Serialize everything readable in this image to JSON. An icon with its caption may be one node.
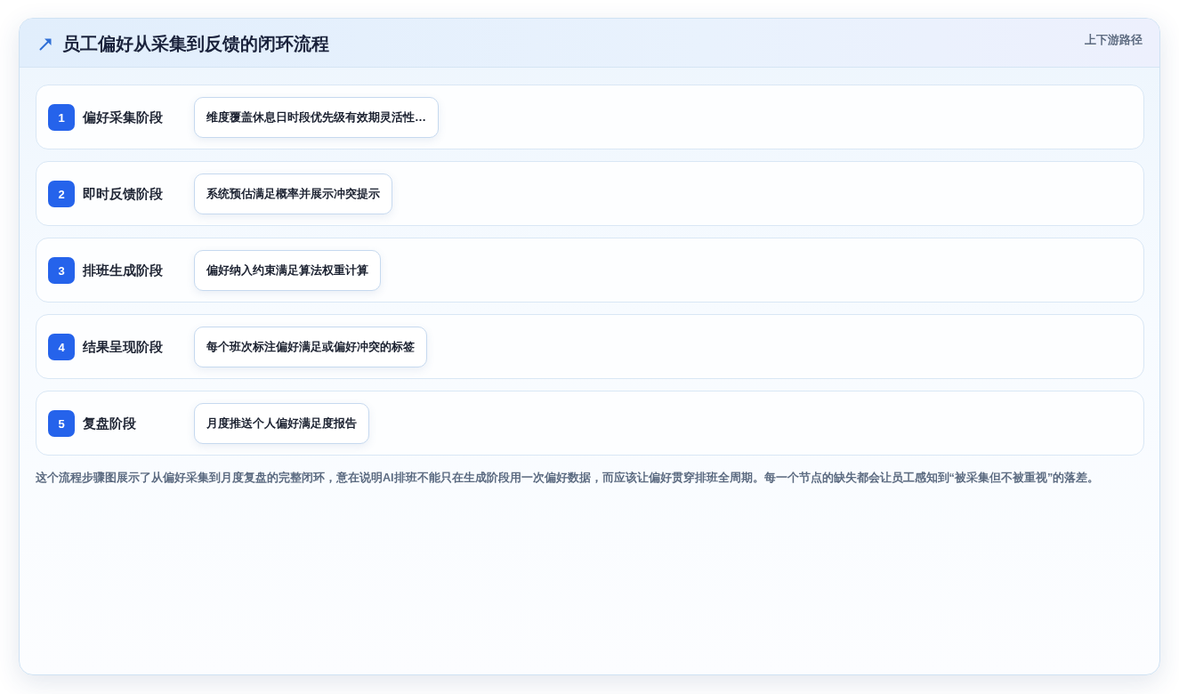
{
  "diagram": {
    "title": "员工偏好从采集到反馈的闭环流程",
    "nodes": [
      {
        "text": [
          "偏好采集阶段"
        ]
      },
      {
        "text": [
          "1"
        ],
        "in": 0
      },
      {
        "text": [
          "维度覆盖休息日时段优先级有效期灵活性…"
        ],
        "in": 0
      },
      {
        "text": [
          "即时反馈阶段"
        ]
      },
      {
        "text": [
          "2"
        ],
        "in": 3
      },
      {
        "text": [
          "系统预估满足概率并展示冲突提示"
        ],
        "in": 3
      },
      {
        "text": [
          "排班生成阶段"
        ]
      },
      {
        "text": [
          "3"
        ],
        "in": 6
      },
      {
        "text": [
          "偏好纳入约束满足算法权重计算"
        ],
        "in": 6
      },
      {
        "text": [
          "结果呈现阶段"
        ]
      },
      {
        "text": [
          "4"
        ],
        "in": 9
      },
      {
        "text": [
          "每个班次标注偏好满足或偏好冲突的标签"
        ],
        "in": 9
      },
      {
        "text": [
          "复盘阶段"
        ]
      },
      {
        "text": [
          "5"
        ],
        "in": 12
      },
      {
        "text": [
          "月度推送个人偏好满足度报告"
        ],
        "in": 12
      }
    ],
    "labels": [
      "上下游路径"
    ],
    "caption": "这个流程步骤图展示了从偏好采集到月度复盘的完整闭环，意在说明AI排班不能只在生成阶段用一次偏好数据，而应该让偏好贯穿排班全周期。每一个节点的缺失都会让员工感知到“被采集但不被重视”的落差。"
  }
}
